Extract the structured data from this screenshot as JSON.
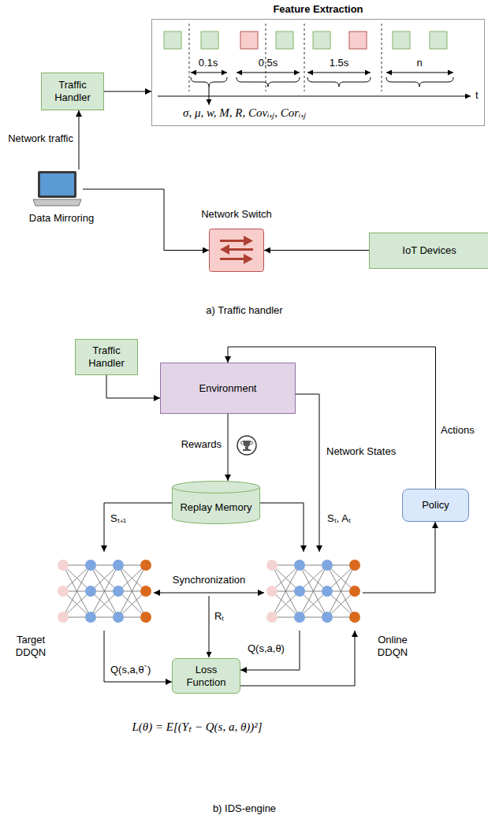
{
  "diagram": {
    "nodes": [
      {
        "text": [
          "Feature Extraction"
        ]
      },
      {
        "text": [
          "Traffic Handler"
        ]
      },
      {
        "text": [
          "Data Mirroring"
        ]
      },
      {
        "text": [
          "Network Switch"
        ]
      },
      {
        "text": [
          "IoT Devices"
        ]
      },
      {
        "text": [
          "Traffic Handler"
        ]
      },
      {
        "text": [
          "Environment"
        ]
      },
      {
        "text": [
          "Replay Memory"
        ]
      },
      {
        "text": [
          "Policy"
        ]
      },
      {
        "text": [
          "Target DDQN"
        ]
      },
      {
        "text": [
          "Online DDQN"
        ]
      },
      {
        "text": [
          "Loss Function"
        ]
      }
    ],
    "edges": [
      {
        "from": 1,
        "to": 0,
        "arrow": "to"
      },
      {
        "from": 2,
        "to": 1,
        "label": "Network traffic",
        "arrow": "to"
      },
      {
        "from": 2,
        "to": 3,
        "arrow": "to"
      },
      {
        "from": 4,
        "to": 3,
        "arrow": "to"
      },
      {
        "from": 5,
        "to": 6,
        "arrow": "to"
      },
      {
        "from": 8,
        "to": 6,
        "label": "Actions",
        "arrow": "to"
      },
      {
        "from": 6,
        "to": 7,
        "label": "Rewards",
        "arrow": "to"
      },
      {
        "from": 6,
        "to": 10,
        "label": "Network States",
        "arrow": "to"
      },
      {
        "from": 7,
        "to": 9,
        "label": "Sₜ₊₁",
        "arrow": "to"
      },
      {
        "from": 7,
        "to": 10,
        "label": "Sₜ, Aₜ",
        "arrow": "to"
      },
      {
        "from": 9,
        "to": 10,
        "label": "Synchronization",
        "arrow": "both"
      },
      {
        "from": 9,
        "to": 11,
        "label": "Q(s,a,θ`)",
        "arrow": "to"
      },
      {
        "from": 10,
        "to": 11,
        "label": "Q(s,a,θ)",
        "arrow": "to"
      },
      {
        "from": 11,
        "to": 10,
        "arrow": "to"
      },
      {
        "from": 10,
        "to": 8,
        "arrow": "to"
      }
    ],
    "labels": [
      "0.1s",
      "0.5s",
      "1.5s",
      "n",
      "t",
      "σ, μ, w, M, R, Covᵢ,ⱼ, Corᵢ,ⱼ",
      "a) Traffic handler",
      "Rₜ",
      "L(θ) = E[(Yₜ − Q(s, a, θ))²]",
      "b) IDS-engine"
    ]
  }
}
